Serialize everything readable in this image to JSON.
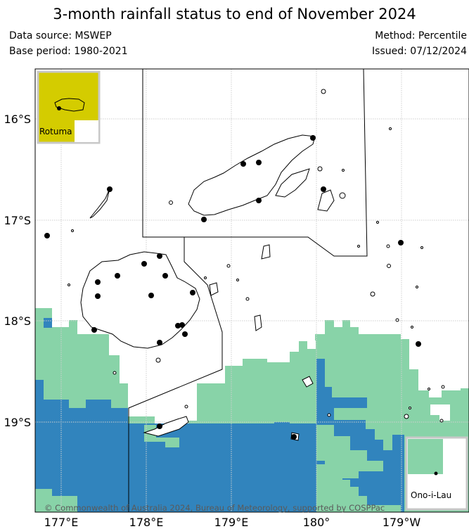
{
  "title": "3-month rainfall status to end of November 2024",
  "meta": {
    "data_source": "Data source: MSWEP",
    "base_period": "Base period: 1980-2021",
    "method": "Method: Percentile",
    "issued": "Issued: 07/12/2024"
  },
  "axes": {
    "lat_labels": [
      "16°S",
      "17°S",
      "18°S",
      "19°S"
    ],
    "lon_labels": [
      "177°E",
      "178°E",
      "179°E",
      "180°",
      "179°W"
    ]
  },
  "insets": {
    "rotuma": "Rotuma",
    "ono_i_lau": "Ono-i-Lau"
  },
  "copyright": "© Commonwealth of Australia 2024, Bureau of Meteorology, supported by COSPPac",
  "colors": {
    "below_average": "#88d3a8",
    "very_much_below": "#3184bd",
    "rotuma_fill": "#d4cc00",
    "frame": "#c8c8c8"
  }
}
